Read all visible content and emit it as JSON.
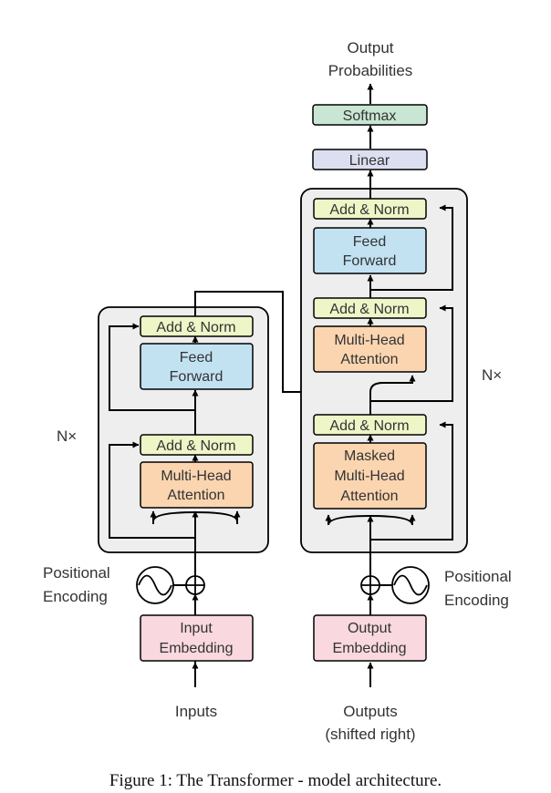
{
  "colors": {
    "add_norm": "#eef5c7",
    "feed_forward": "#c2e2f2",
    "attention": "#fbd5b0",
    "embedding": "#f9d8df",
    "linear": "#dcdff0",
    "softmax": "#c8e6d3",
    "block_bg": "#eeeeee"
  },
  "icons": {
    "add": "circled-plus-icon",
    "positional_wave": "sine-wave-icon"
  },
  "encoder": {
    "add_norm_1": "Add & Norm",
    "ff_line1": "Feed",
    "ff_line2": "Forward",
    "add_norm_2": "Add & Norm",
    "mha_line1": "Multi-Head",
    "mha_line2": "Attention",
    "repeat": "N×",
    "pos_line1": "Positional",
    "pos_line2": "Encoding",
    "emb_line1": "Input",
    "emb_line2": "Embedding",
    "input": "Inputs"
  },
  "decoder": {
    "add_norm_1": "Add & Norm",
    "ff_line1": "Feed",
    "ff_line2": "Forward",
    "add_norm_2": "Add & Norm",
    "mha_line1": "Multi-Head",
    "mha_line2": "Attention",
    "add_norm_3": "Add & Norm",
    "masked_line1": "Masked",
    "masked_line2": "Multi-Head",
    "masked_line3": "Attention",
    "repeat": "N×",
    "pos_line1": "Positional",
    "pos_line2": "Encoding",
    "emb_line1": "Output",
    "emb_line2": "Embedding",
    "input_line1": "Outputs",
    "input_line2": "(shifted right)"
  },
  "head": {
    "linear": "Linear",
    "softmax": "Softmax",
    "out_line1": "Output",
    "out_line2": "Probabilities"
  },
  "caption": "Figure 1: The Transformer - model architecture."
}
